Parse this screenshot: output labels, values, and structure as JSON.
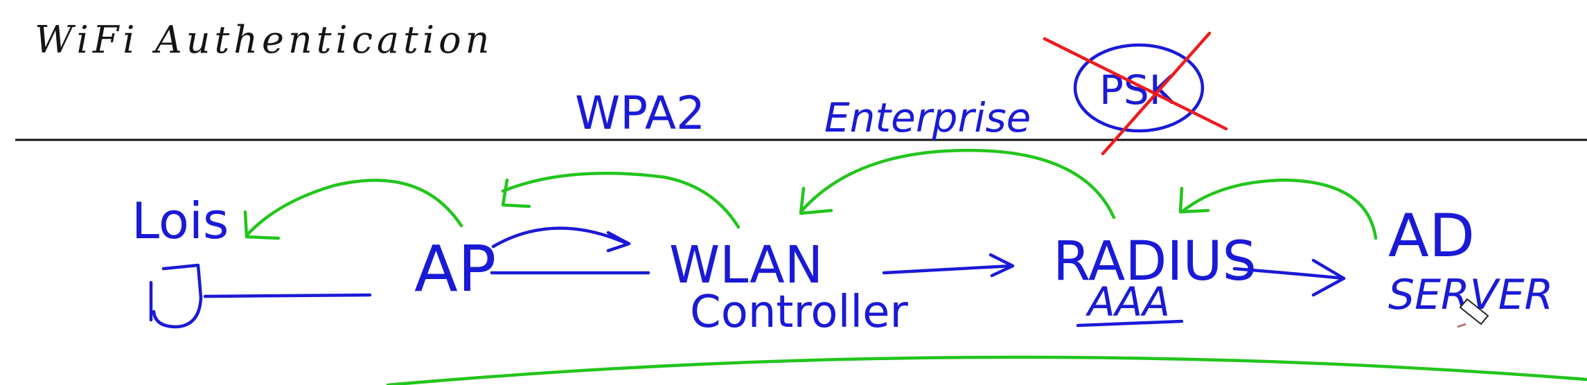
{
  "title": "WiFi Authentication",
  "labels": {
    "wpa2": "WPA2",
    "enterprise": "Enterprise",
    "psk": "PSK",
    "user": "Lois",
    "ap": "AP",
    "wlan_line1": "WLAN",
    "wlan_line2": "Controller",
    "radius": "RADIUS",
    "aaa": "AAA",
    "ad_line1": "AD",
    "ad_line2": "SERVER"
  },
  "colors": {
    "ink_black": "#141414",
    "ink_blue": "#1a1ad6",
    "ink_green": "#22c51c",
    "ink_red": "#ee1b1b"
  },
  "icons": [
    "user-device-icon",
    "pen-cursor-icon"
  ]
}
